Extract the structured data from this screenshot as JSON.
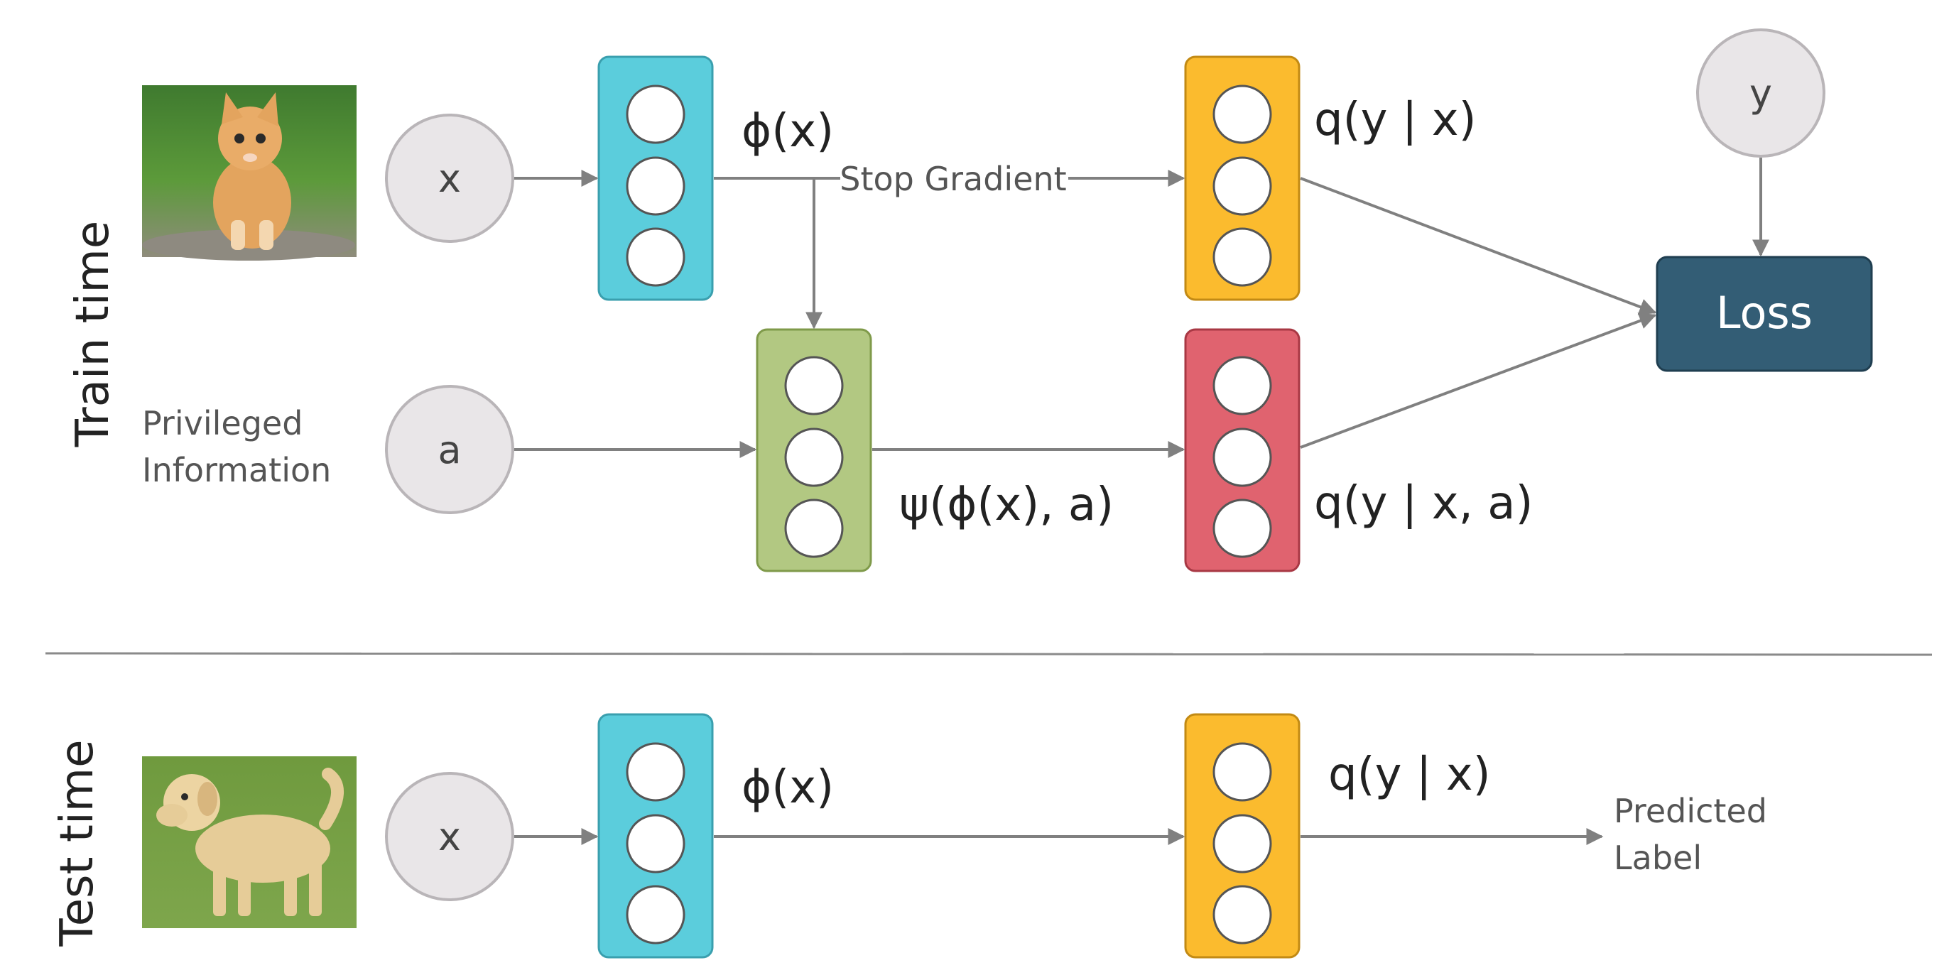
{
  "train": {
    "section_label": "Train time",
    "input_node": "x",
    "priv_node": "a",
    "target_node": "y",
    "priv_label_line1": "Privileged",
    "priv_label_line2": "Information",
    "phi_label": "ϕ(x)",
    "stop_gradient": "Stop Gradient",
    "psi_label": "ψ(ϕ(x), a)",
    "q_yx_label": "q(y | x)",
    "q_yxa_label": "q(y | x, a)",
    "loss_label": "Loss"
  },
  "test": {
    "section_label": "Test time",
    "input_node": "x",
    "phi_label": "ϕ(x)",
    "q_yx_label": "q(y | x)",
    "pred_line1": "Predicted",
    "pred_line2": "Label"
  },
  "colors": {
    "cyan": "#5bcddc",
    "amber": "#fbbb2e",
    "green": "#b2c882",
    "red": "#e0636f",
    "loss": "#335d75"
  }
}
